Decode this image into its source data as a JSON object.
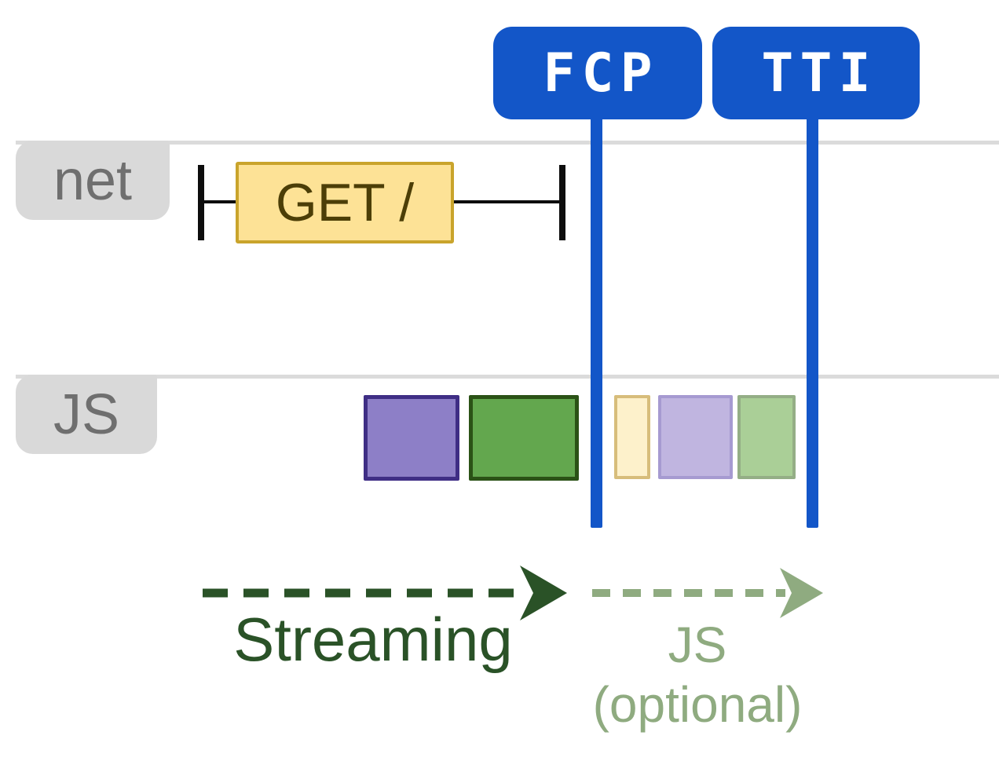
{
  "badges": {
    "fcp": {
      "label": "FCP"
    },
    "tti": {
      "label": "TTI"
    }
  },
  "lanes": {
    "net": {
      "label": "net"
    },
    "js": {
      "label": "JS"
    }
  },
  "request": {
    "label": "GET /"
  },
  "js_tasks": [
    {
      "name": "streaming-task-purple",
      "phase": "streaming",
      "fill": "#8d7fc7",
      "border": "#3f2e85"
    },
    {
      "name": "streaming-task-green",
      "phase": "streaming",
      "fill": "#63a74e",
      "border": "#2b5216"
    },
    {
      "name": "optional-task-cream",
      "phase": "js-optional",
      "fill": "#fdf1cb",
      "border": "#d7bd7b"
    },
    {
      "name": "optional-task-lightpurple",
      "phase": "js-optional",
      "fill": "#c0b5e0",
      "border": "#a69ad1"
    },
    {
      "name": "optional-task-lightgreen",
      "phase": "js-optional",
      "fill": "#aacf97",
      "border": "#94ae86"
    }
  ],
  "phases": {
    "streaming": {
      "label": "Streaming"
    },
    "js_optional": {
      "label": "JS",
      "sublabel": "(optional)"
    }
  },
  "colors": {
    "accent_blue": "#1356c8",
    "lane_gray": "#dbdbdb",
    "tab_gray": "#d9d9d9",
    "lane_text_gray": "#6f6f6f",
    "request_fill": "#fde296",
    "request_border": "#c9a42c",
    "request_text": "#4c3e07",
    "streaming_green": "#2a5227",
    "optional_green": "#8fab80",
    "tick_black": "#0d0d0d"
  }
}
